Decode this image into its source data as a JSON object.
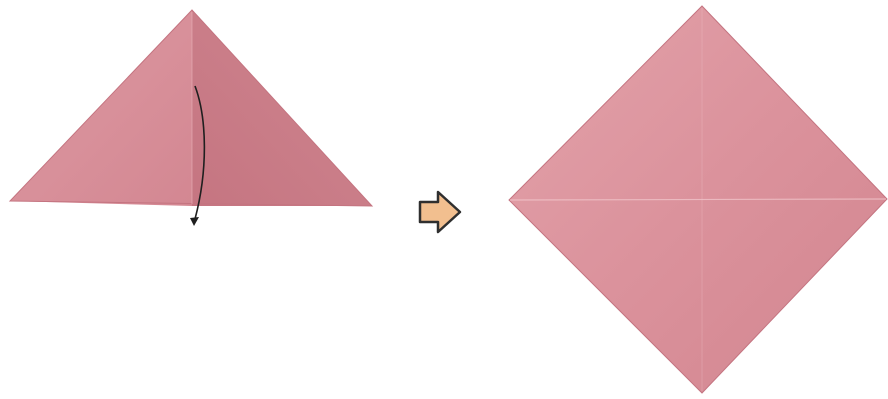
{
  "diagram": {
    "colors": {
      "paper": "#d98f99",
      "paper_shade": "#c97a85",
      "paper_highlight": "#e5a6ae",
      "crease": "#f2c7cc",
      "fold_arrow": "#222222",
      "step_arrow_fill": "#f2bf8f",
      "step_arrow_outline": "#2f2f2f",
      "background": "#ffffff"
    },
    "steps": [
      {
        "shape": "triangle",
        "state": "folded-in-half",
        "icon": "unfold-arrow-icon"
      },
      {
        "shape": "diamond",
        "state": "unfolded-with-creases"
      }
    ],
    "transition_icon": "right-arrow-icon"
  }
}
